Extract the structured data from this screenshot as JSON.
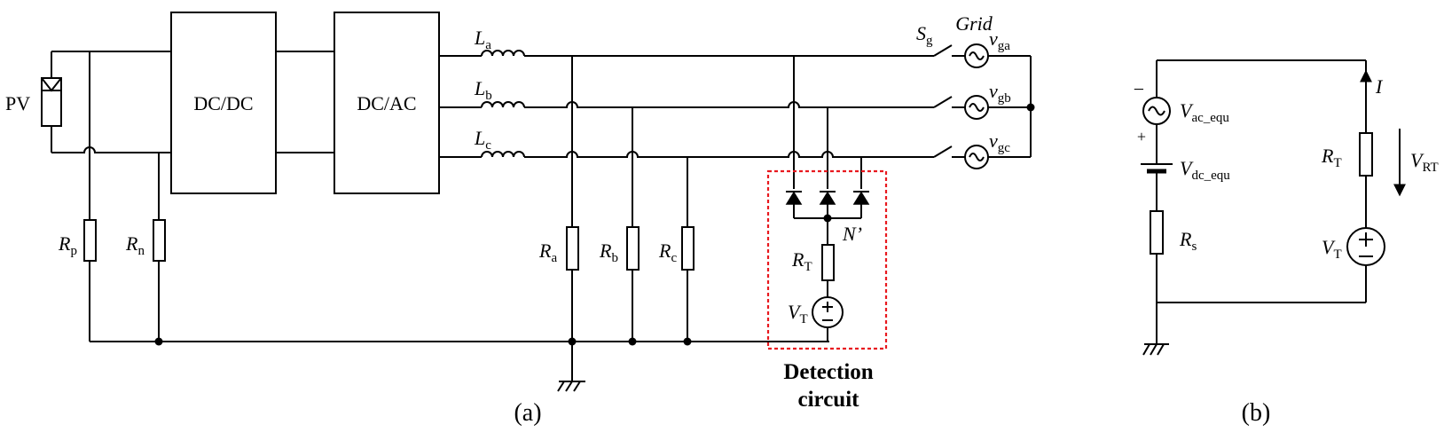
{
  "panel_a": {
    "caption": "(a)",
    "pv_label": "PV",
    "dcdc_label": "DC/DC",
    "dcac_label": "DC/AC",
    "grid_label": "Grid",
    "switch": {
      "sym": "S",
      "sub": "g"
    },
    "inductors": [
      {
        "sym": "L",
        "sub": "a"
      },
      {
        "sym": "L",
        "sub": "b"
      },
      {
        "sym": "L",
        "sub": "c"
      }
    ],
    "sources": [
      {
        "sym": "v",
        "sub": "ga"
      },
      {
        "sym": "v",
        "sub": "gb"
      },
      {
        "sym": "v",
        "sub": "gc"
      }
    ],
    "resistors": {
      "rp": {
        "sym": "R",
        "sub": "p"
      },
      "rn": {
        "sym": "R",
        "sub": "n"
      },
      "ra": {
        "sym": "R",
        "sub": "a"
      },
      "rb": {
        "sym": "R",
        "sub": "b"
      },
      "rc": {
        "sym": "R",
        "sub": "c"
      },
      "rt": {
        "sym": "R",
        "sub": "T"
      }
    },
    "vt": {
      "sym": "V",
      "sub": "T"
    },
    "node_label": "N’",
    "detection_label_line1": "Detection",
    "detection_label_line2": "circuit",
    "detection_box_color": "#e8191f"
  },
  "panel_b": {
    "caption": "(b)",
    "vac": {
      "sym": "V",
      "sub": "ac_equ"
    },
    "vdc": {
      "sym": "V",
      "sub": "dc_equ"
    },
    "rs": {
      "sym": "R",
      "sub": "s"
    },
    "rt": {
      "sym": "R",
      "sub": "T"
    },
    "vt": {
      "sym": "V",
      "sub": "T"
    },
    "current": "I",
    "vrt": {
      "sym": "V",
      "sub": "RT"
    },
    "minus": "−",
    "plus": "+"
  },
  "icons": [
    "pv-panel-icon",
    "ac-source-icon",
    "dc-source-icon",
    "battery-icon",
    "diode-icon",
    "ground-icon",
    "switch-icon",
    "inductor-icon",
    "arrow-icon"
  ]
}
